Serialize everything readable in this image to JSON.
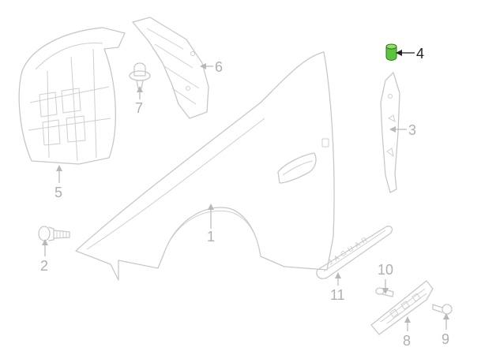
{
  "diagram": {
    "highlight_color": "#5cc43c",
    "part_color": "#c8c8c8",
    "label_color_default": "#b0b0b0",
    "label_color_active": "#222222",
    "badge_text": "JAGUAR",
    "callouts": [
      {
        "id": "fender",
        "label": "1"
      },
      {
        "id": "bolt",
        "label": "2"
      },
      {
        "id": "bracket",
        "label": "3"
      },
      {
        "id": "bumper-stop",
        "label": "4",
        "highlighted": true
      },
      {
        "id": "wheel-arch-liner",
        "label": "5"
      },
      {
        "id": "splash-shield",
        "label": "6"
      },
      {
        "id": "push-clip",
        "label": "7"
      },
      {
        "id": "vent-bracket",
        "label": "8"
      },
      {
        "id": "screw",
        "label": "9"
      },
      {
        "id": "bolt-small",
        "label": "10"
      },
      {
        "id": "side-vent-badge",
        "label": "11"
      }
    ]
  }
}
